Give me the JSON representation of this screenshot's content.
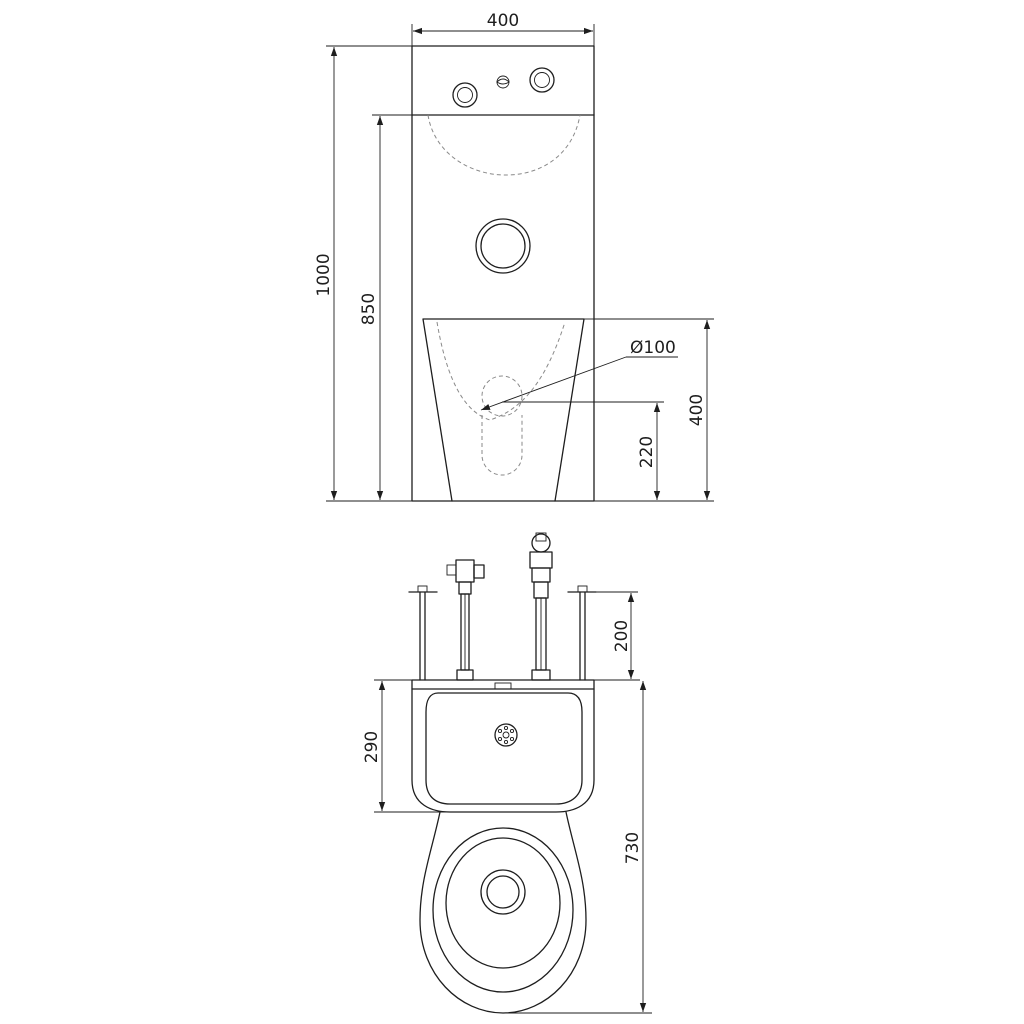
{
  "dimensions": {
    "front_width": "400",
    "total_height": "1000",
    "basin_height": "850",
    "pan_height": "400",
    "outlet_diameter": "Ø100",
    "outlet_height": "220",
    "fixing_depth": "200",
    "basin_depth": "290",
    "total_depth": "730"
  },
  "colors": {
    "line": "#1e1e1e",
    "hidden_line": "#8a8a8a",
    "background": "#ffffff"
  }
}
